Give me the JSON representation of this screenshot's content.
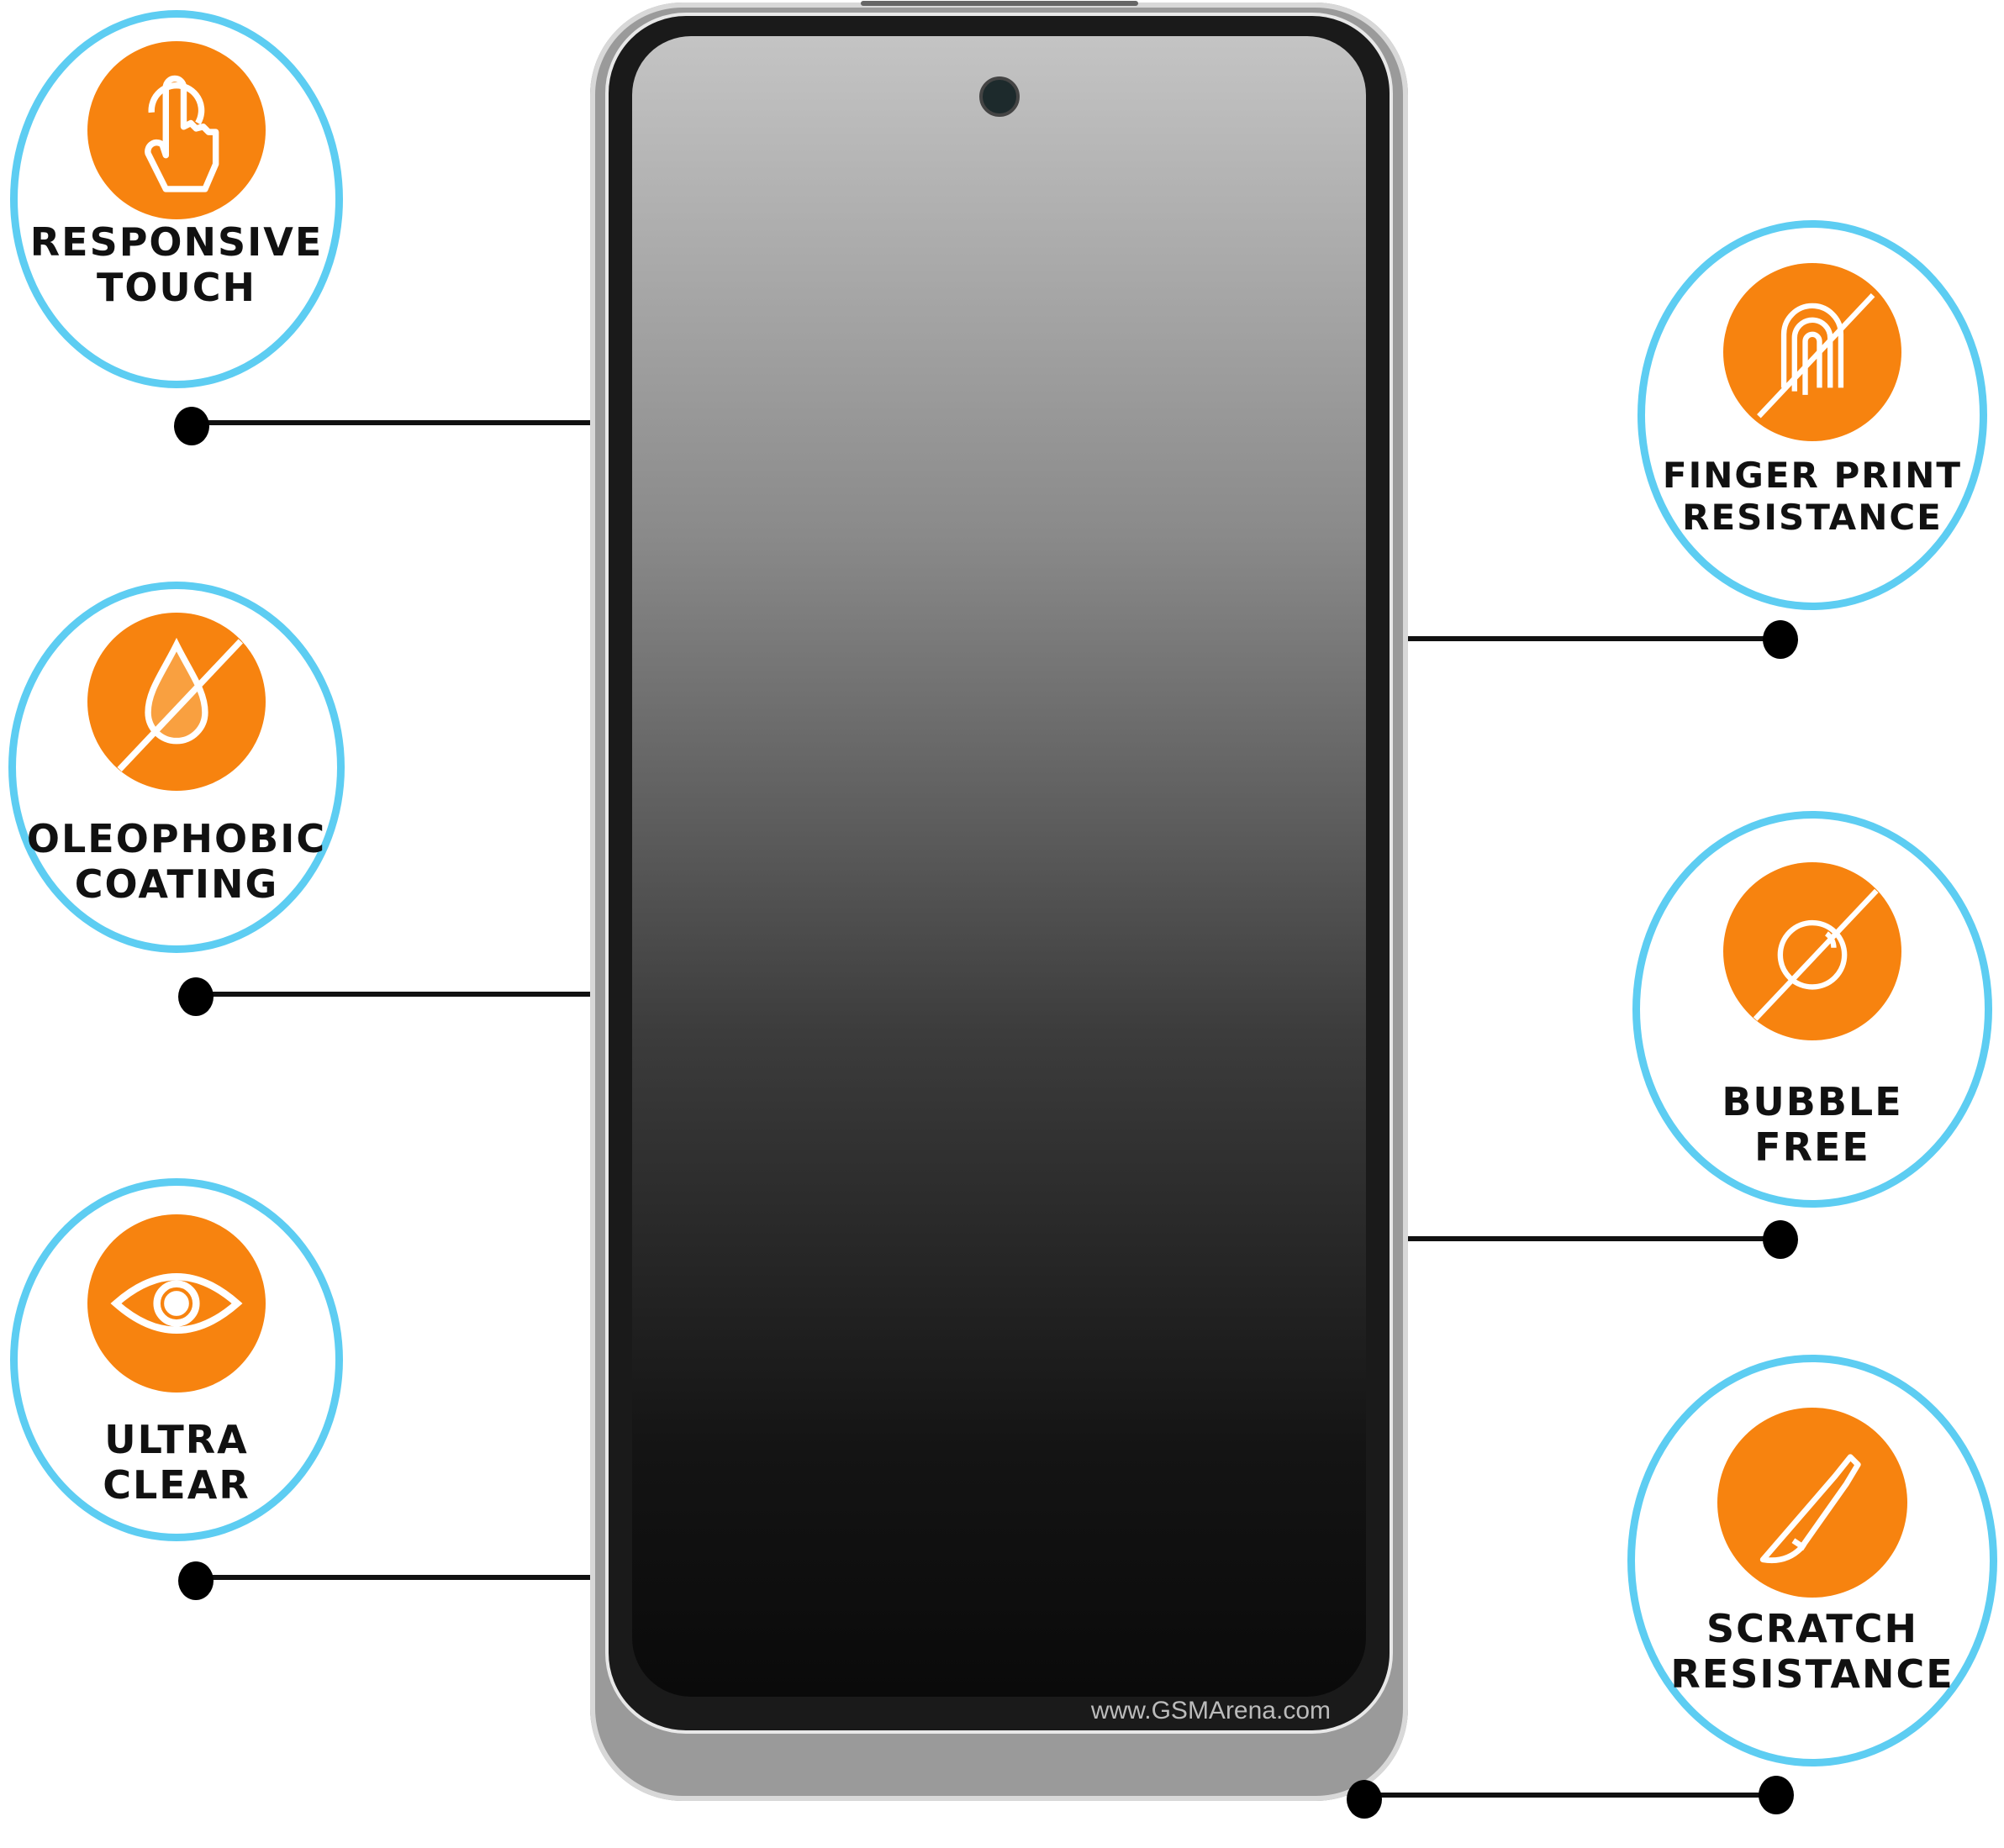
{
  "features": [
    {
      "label_line1": "RESPONSIVE",
      "label_line2": "TOUCH",
      "icon": "touch-hand-icon"
    },
    {
      "label_line1": "OLEOPHOBIC",
      "label_line2": "COATING",
      "icon": "no-oil-drop-icon"
    },
    {
      "label_line1": "ULTRA",
      "label_line2": "CLEAR",
      "icon": "eye-icon"
    },
    {
      "label_line1": "FINGER PRINT",
      "label_line2": "RESISTANCE",
      "icon": "no-fingerprint-icon"
    },
    {
      "label_line1": "BUBBLE",
      "label_line2": "FREE",
      "icon": "no-bubble-icon"
    },
    {
      "label_line1": "SCRATCH",
      "label_line2": "RESISTANCE",
      "icon": "knife-icon"
    }
  ],
  "phone": {
    "watermark": "www.GSMArena.com"
  },
  "colors": {
    "accent": "#f7830f",
    "ring": "#5dcdf2"
  }
}
